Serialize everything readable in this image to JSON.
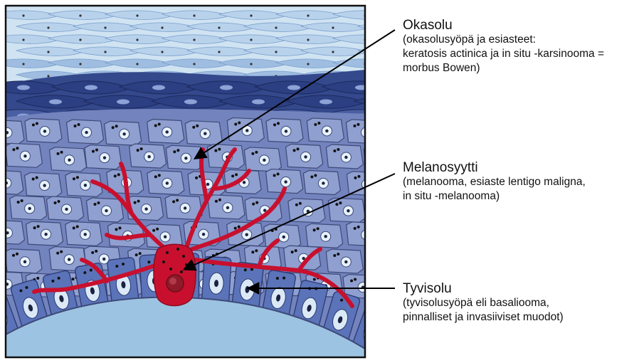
{
  "labels": {
    "okasolu": {
      "title": "Okasolu",
      "description": "(okasolusyöpä ja esiasteet:\nkeratosis actinica ja in situ -karsinooma =\nmorbus Bowen)"
    },
    "melanosyytti": {
      "title": "Melanosyytti",
      "description": "(melanooma, esiaste lentigo maligna,\nin situ -melanooma)"
    },
    "tyvisolu": {
      "title": "Tyvisolu",
      "description": "(tyvisolusyöpä eli basaliooma,\npinnalliset ja invasiiviset muodot)"
    }
  },
  "colors": {
    "stratum_corneum": "#cfe3f2",
    "flat_cells_light": "#a9c4e3",
    "flat_cells_dark": "#2f4486",
    "spinous_cell": "#8f9fd0",
    "cell_border": "#3d4a78",
    "nucleus": "#e8f2fb",
    "basal_cell": "#5b73b8",
    "melanocyte": "#c8102e",
    "dermis": "#9dc3e2",
    "arrow": "#000000"
  }
}
